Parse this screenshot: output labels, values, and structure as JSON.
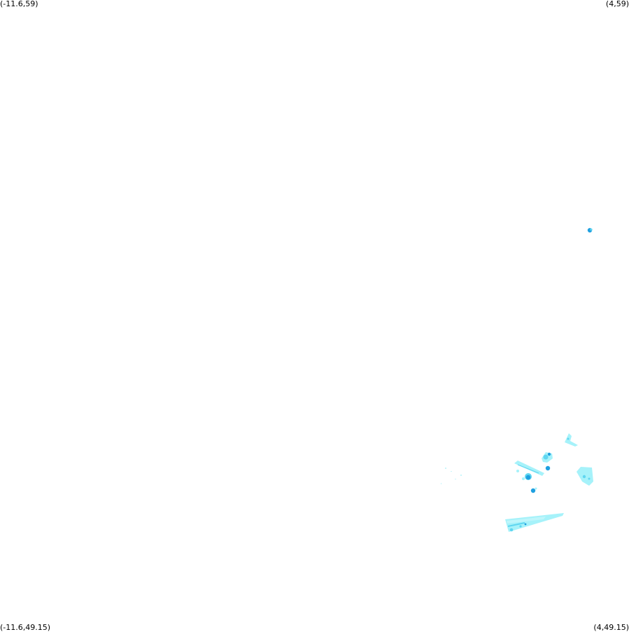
{
  "map": {
    "corners": {
      "top_left": "(-11.6,59)",
      "top_right": "(4,59)",
      "bottom_left": "(-11.6,49.15)",
      "bottom_right": "(4,49.15)"
    },
    "extent": {
      "lon_min": -11.6,
      "lon_max": 4,
      "lat_min": 49.15,
      "lat_max": 59
    },
    "colors": {
      "background": "#ffffff",
      "light_cyan": "#a6f2fa",
      "mid_cyan": "#5fd6f0",
      "deep_blue": "#1fa0e0"
    }
  }
}
